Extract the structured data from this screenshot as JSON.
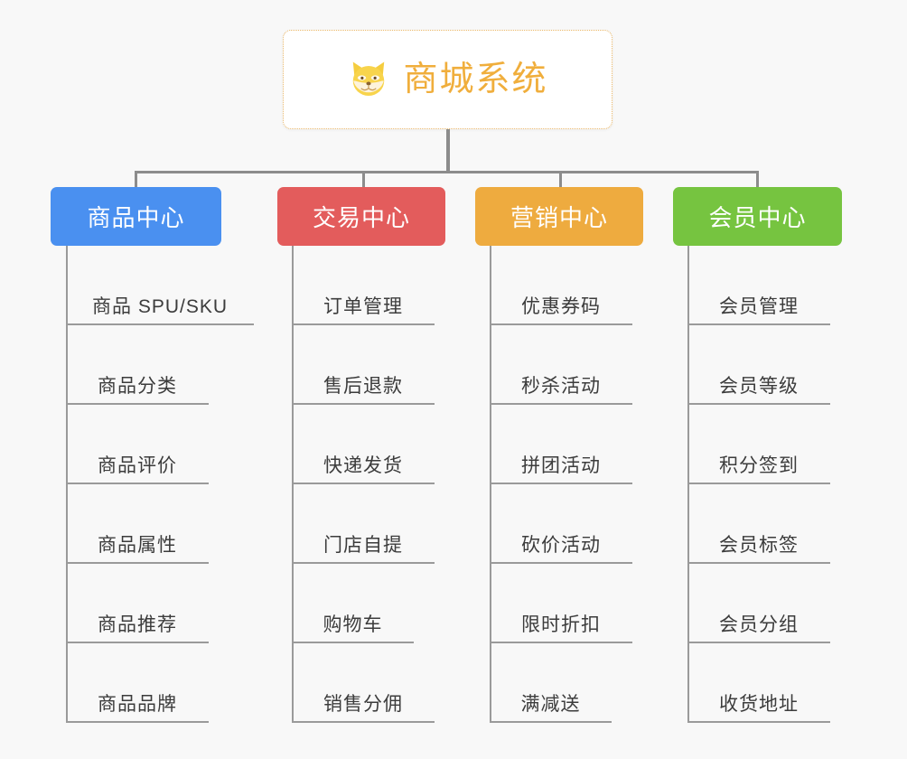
{
  "diagram": {
    "type": "organizational-tree",
    "background_color": "#f8f8f8",
    "root": {
      "title": "商城系统",
      "icon": "shiba-dog-face-icon",
      "text_color": "#f0ae3c",
      "border_color": "#eab86a",
      "background_color": "#ffffff"
    },
    "connector_color": "#8c8c8c",
    "leaf_line_color": "#9a9a9a",
    "leaf_text_color": "#3c3c3c",
    "branches": [
      {
        "label": "商品中心",
        "color": "#4a90f0",
        "key": "product-center",
        "leaves": [
          "商品 SPU/SKU",
          "商品分类",
          "商品评价",
          "商品属性",
          "商品推荐",
          "商品品牌"
        ]
      },
      {
        "label": "交易中心",
        "color": "#e35c5c",
        "key": "trade-center",
        "leaves": [
          "订单管理",
          "售后退款",
          "快递发货",
          "门店自提",
          "购物车",
          "销售分佣"
        ]
      },
      {
        "label": "营销中心",
        "color": "#eeab3f",
        "key": "marketing-center",
        "leaves": [
          "优惠券码",
          "秒杀活动",
          "拼团活动",
          "砍价活动",
          "限时折扣",
          "满减送"
        ]
      },
      {
        "label": "会员中心",
        "color": "#76c440",
        "key": "member-center",
        "leaves": [
          "会员管理",
          "会员等级",
          "积分签到",
          "会员标签",
          "会员分组",
          "收货地址"
        ]
      }
    ]
  }
}
